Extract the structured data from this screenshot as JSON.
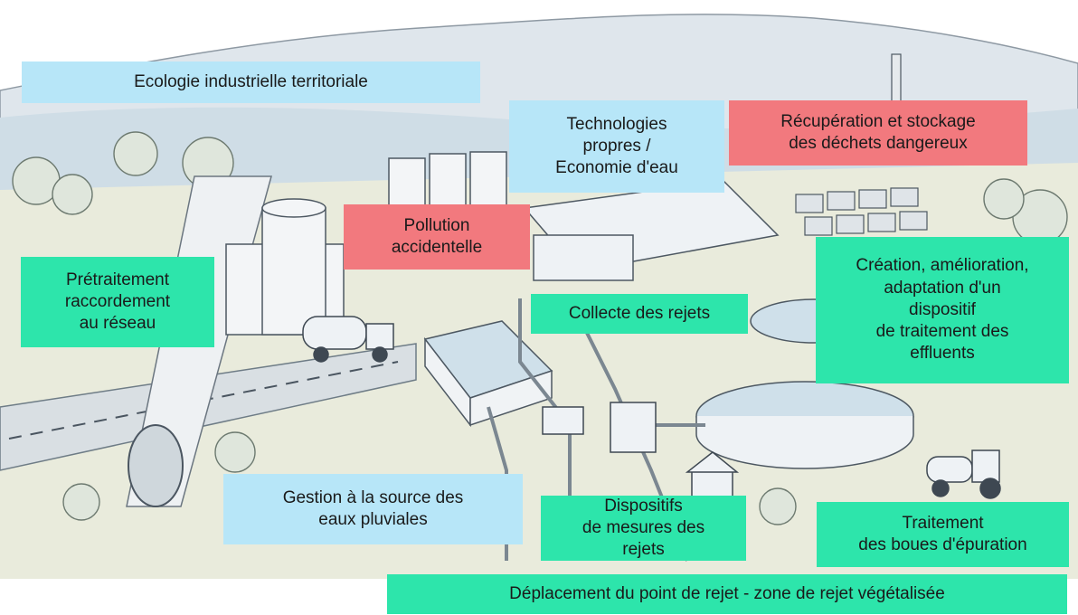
{
  "colors": {
    "blue_label": "#b7e6f8",
    "green_label": "#2de5ab",
    "red_label": "#f2797e",
    "sky": "#dde4ea",
    "ground": "#e8eadb"
  },
  "labels": {
    "ecologie": "Ecologie industrielle territoriale",
    "technologies": "Technologies\npropres /\nEconomie d'eau",
    "recuperation": "Récupération  et stockage\ndes déchets dangereux",
    "pollution": "Pollution\naccidentelle",
    "pretraitement": "Prétraitement\nraccordement\nau réseau",
    "collecte": "Collecte des rejets",
    "creation": "Création,  amélioration,\nadaptation  d'un\ndispositif\nde traitement des\neffluents",
    "gestion": "Gestion à la source des\neaux pluviales",
    "dispositifs": "Dispositifs\nde mesures des\nrejets",
    "traitement_boues": "Traitement\ndes boues d'épuration",
    "deplacement": "Déplacement  du point de rejet -  zone de rejet végétalisée"
  }
}
